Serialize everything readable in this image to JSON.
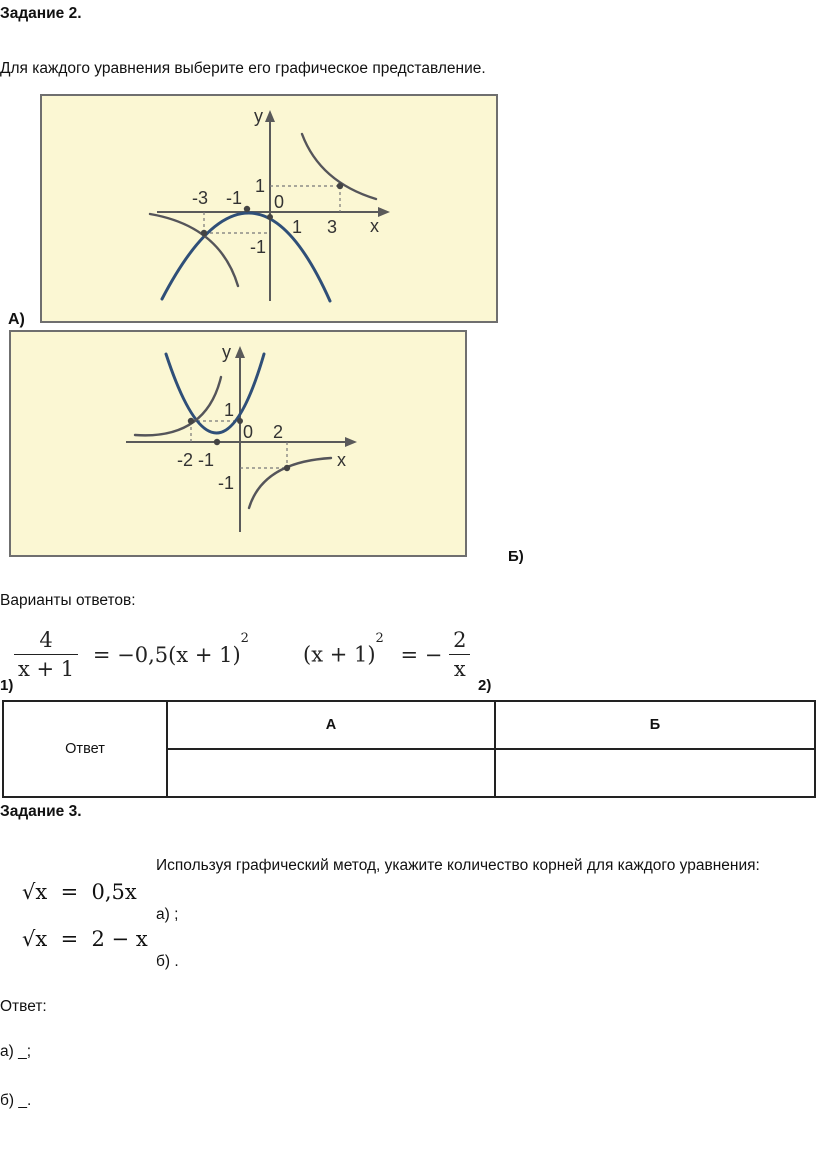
{
  "task2": {
    "title": "Задание 2.",
    "instruction": "Для каждого уравнения выберите его графическое представление.",
    "graph_a_label": "А)",
    "graph_b_label": "Б)",
    "graph_a_ticks": {
      "y": "y",
      "x": "x",
      "n3": "-3",
      "n1": "-1",
      "one": "1",
      "zero": "0",
      "x1": "1",
      "x3": "3",
      "ym1": "-1"
    },
    "graph_b_ticks": {
      "y": "y",
      "x": "x",
      "one": "1",
      "zero": "0",
      "two": "2",
      "n2n1": "-2 -1",
      "ym1": "-1"
    },
    "options_label": "Варианты ответов:",
    "option1_num": "1)",
    "option2_num": "2)",
    "option1": {
      "num": "4",
      "den": "x + 1",
      "rhs": "= −0,5(x + 1)",
      "exp": "2"
    },
    "option2": {
      "lhs": "(x + 1)",
      "exp": "2",
      "eq": "= −",
      "num": "2",
      "den": "x"
    },
    "table": {
      "answer": "Ответ",
      "col_a": "А",
      "col_b": "Б"
    }
  },
  "task3": {
    "title": "Задание 3.",
    "instruction": "Используя графический метод, укажите количество корней для каждого уравнения:",
    "eq_a": "√x  =  0,5x",
    "eq_b": "√x  =  2 − x",
    "item_a": "а) ;",
    "item_b": "б) .",
    "answer_label": "Ответ:",
    "answer_a": "а) _;",
    "answer_b": "б) _."
  }
}
